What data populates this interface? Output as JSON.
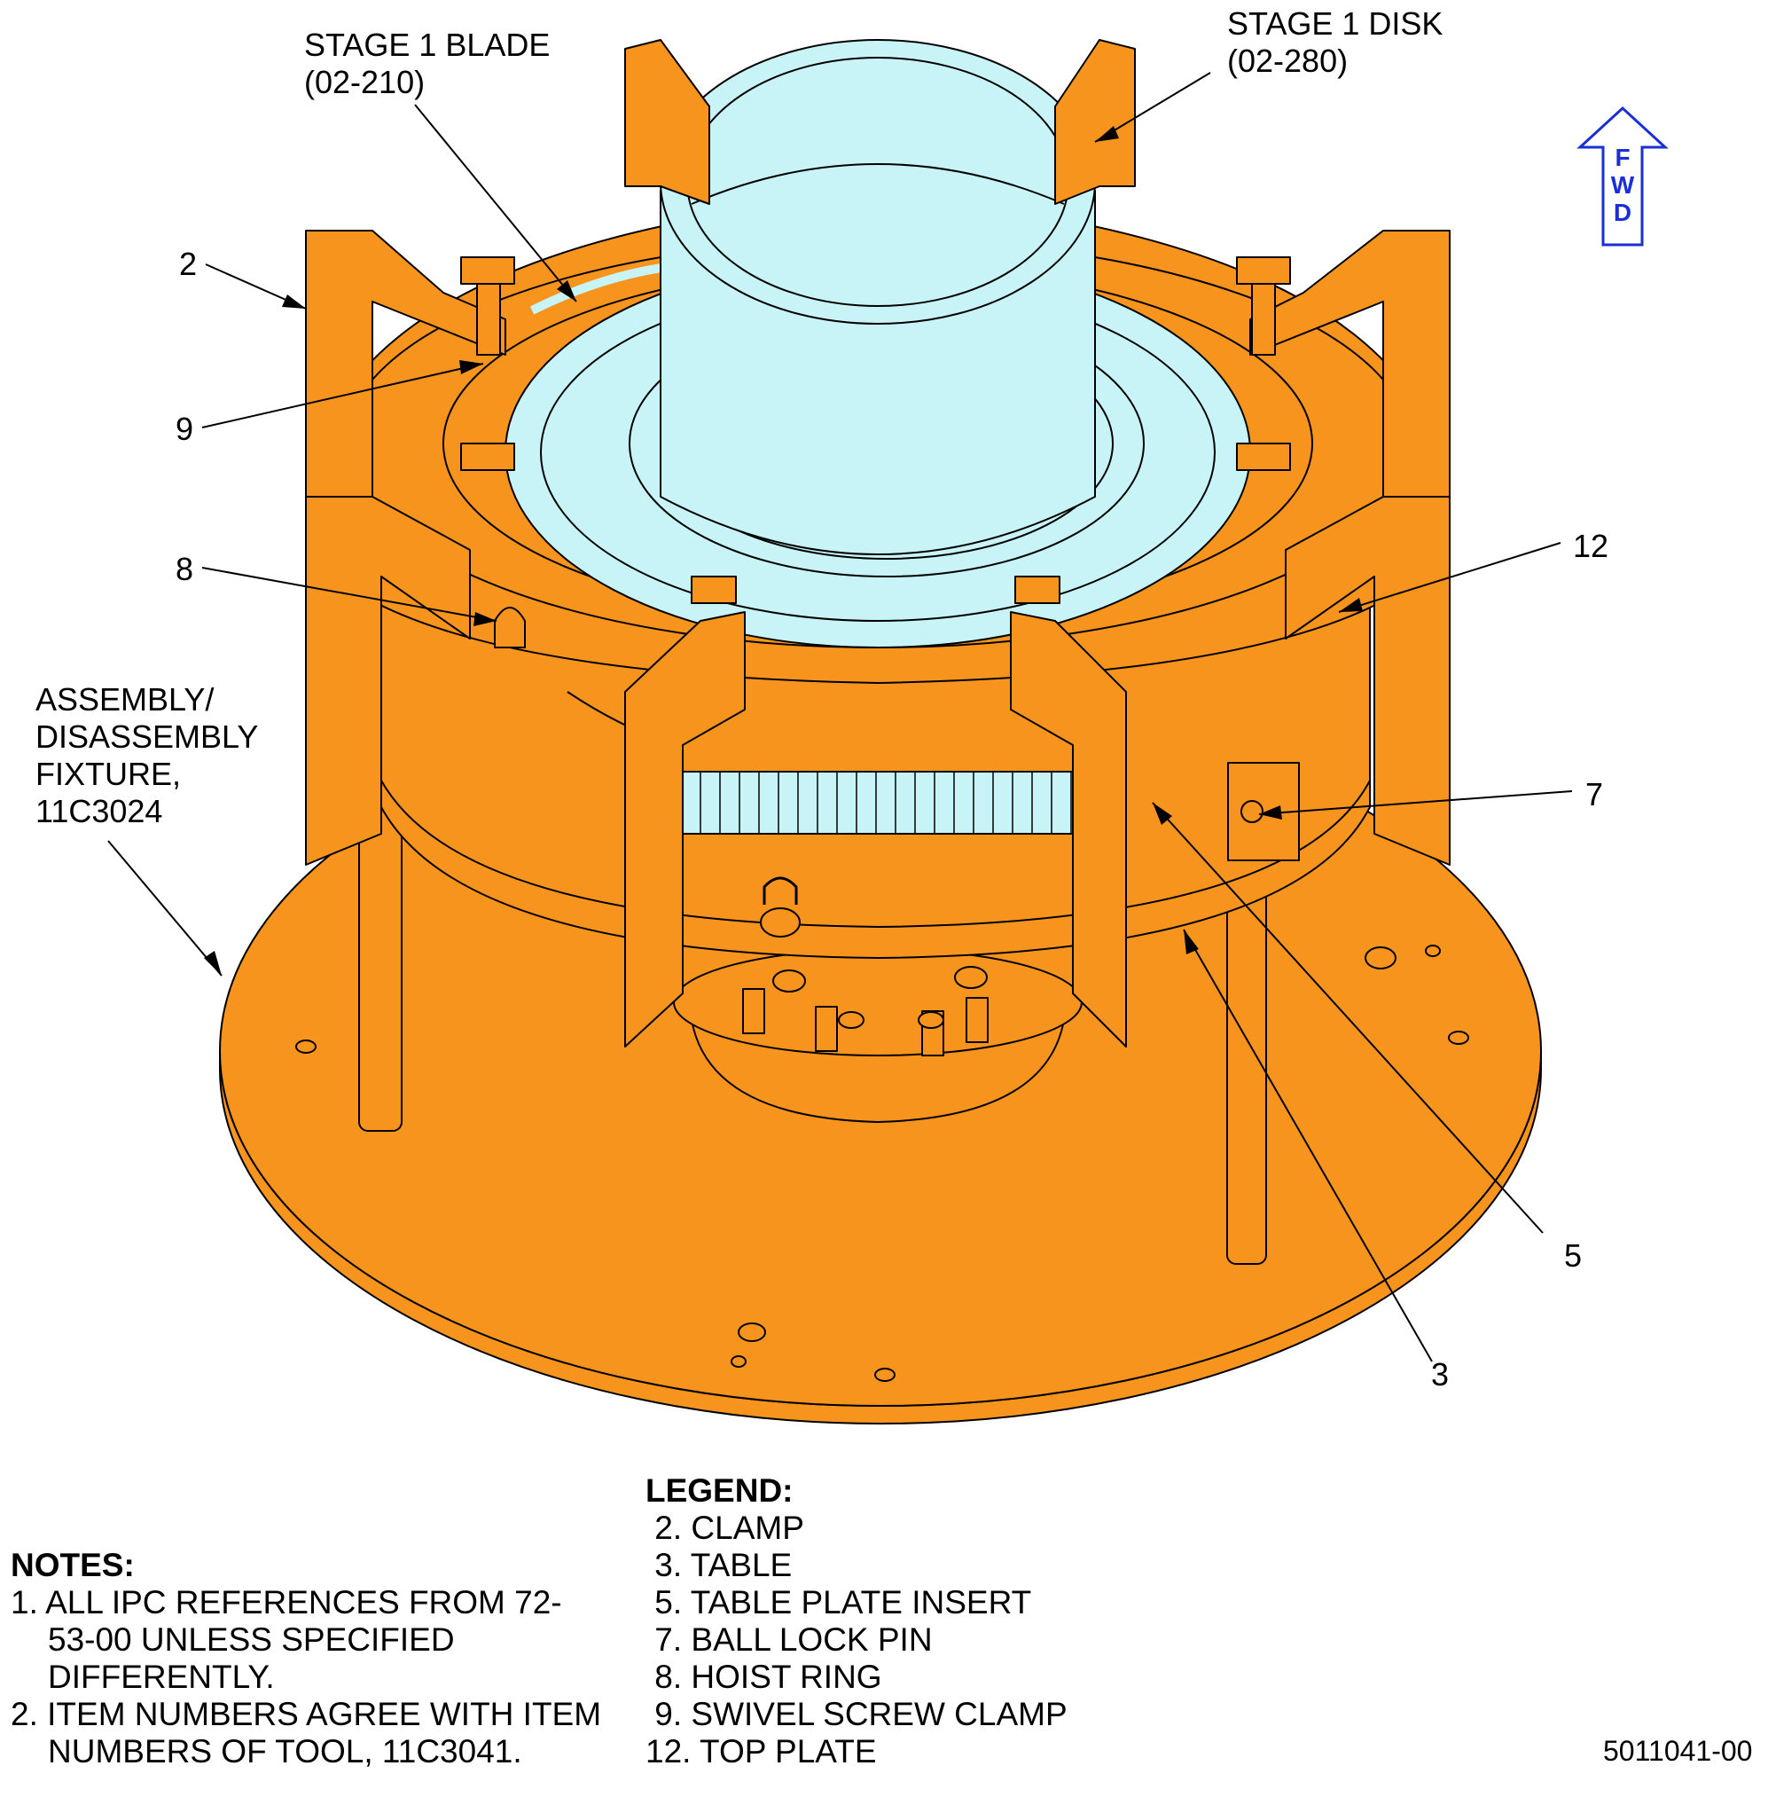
{
  "callouts": {
    "stage1_blade": "STAGE 1 BLADE\n(02-210)",
    "stage1_disk": "STAGE 1 DISK\n(02-280)",
    "fixture": "ASSEMBLY/\nDISASSEMBLY\nFIXTURE,\n11C3024"
  },
  "item_numbers": {
    "clamp": "2",
    "swivel_screw_clamp": "9",
    "hoist_ring": "8",
    "top_plate": "12",
    "ball_lock_pin": "7",
    "table_plate_insert": "5",
    "table": "3"
  },
  "fwd_arrow": {
    "letters": [
      "F",
      "W",
      "D"
    ],
    "color": "#1a2fd6"
  },
  "notes": {
    "heading": "NOTES:",
    "items": [
      "1. ALL IPC REFERENCES FROM 72-53-00 UNLESS SPECIFIED DIFFERENTLY.",
      "2. ITEM NUMBERS AGREE WITH ITEM NUMBERS OF TOOL, 11C3041."
    ]
  },
  "legend": {
    "heading": "LEGEND:",
    "items": [
      " 2. CLAMP",
      " 3. TABLE",
      " 5. TABLE PLATE INSERT",
      " 7. BALL LOCK PIN",
      " 8. HOIST RING",
      " 9. SWIVEL SCREW CLAMP",
      "12. TOP PLATE"
    ]
  },
  "figure_number": "5011041-00",
  "colors": {
    "fixture": "#f7941d",
    "disk": "#c8f4f8",
    "outline": "#000000"
  }
}
